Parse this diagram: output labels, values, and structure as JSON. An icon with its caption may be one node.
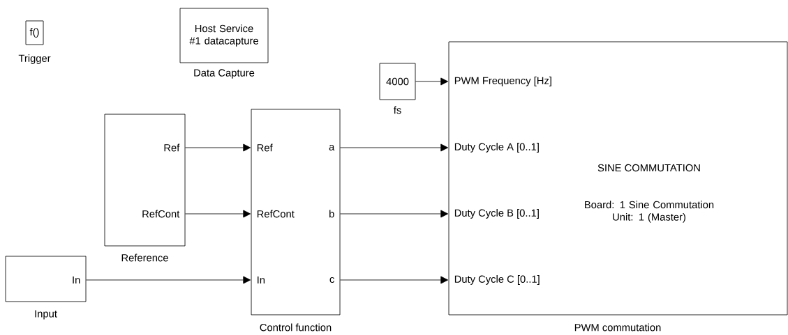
{
  "diagram": {
    "nodes": [
      {
        "text": [
          "f()",
          "Trigger"
        ]
      },
      {
        "text": [
          "Host Service #1 datacapture",
          "Data Capture"
        ]
      },
      {
        "text": [
          "4000",
          "fs"
        ]
      },
      {
        "text": [
          "Ref",
          "RefCont",
          "Reference"
        ]
      },
      {
        "text": [
          "In",
          "Input"
        ]
      },
      {
        "text": [
          "Ref",
          "RefCont",
          "In",
          "a",
          "b",
          "c",
          "Control function"
        ]
      },
      {
        "text": [
          "PWM Frequency [Hz]",
          "Duty Cycle A [0..1]",
          "Duty Cycle B [0..1]",
          "Duty Cycle C [0..1]",
          "SINE COMMUTATION",
          "Board: 1 Sine Commutation Unit: 1 (Master)",
          "PWM commutation"
        ]
      }
    ],
    "edges": [
      {
        "from": 2,
        "to": 6,
        "arrow": "to"
      },
      {
        "from": 3,
        "to": 5,
        "arrow": "to"
      },
      {
        "from": 3,
        "to": 5,
        "arrow": "to"
      },
      {
        "from": 4,
        "to": 5,
        "arrow": "to"
      },
      {
        "from": 5,
        "to": 6,
        "arrow": "to"
      },
      {
        "from": 5,
        "to": 6,
        "arrow": "to"
      },
      {
        "from": 5,
        "to": 6,
        "arrow": "to"
      }
    ]
  }
}
